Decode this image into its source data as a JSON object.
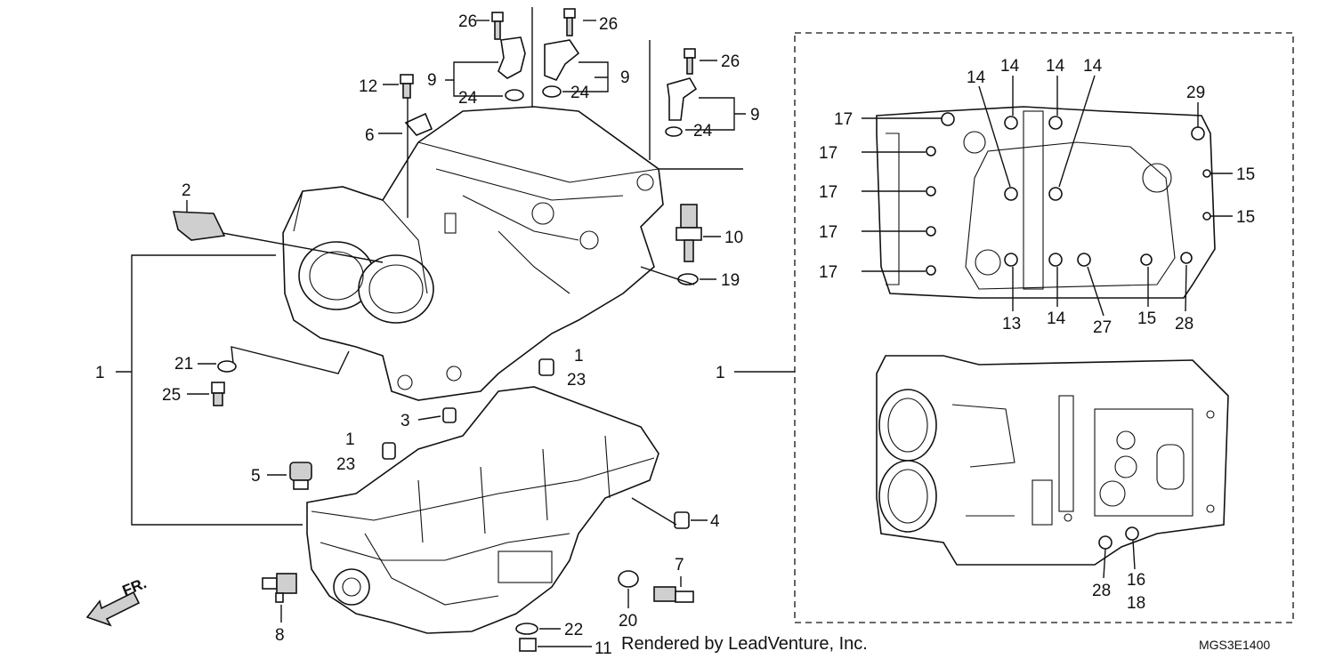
{
  "credit": "Rendered by LeadVenture, Inc.",
  "diagram_code": "MGS3E1400",
  "front_marker": "FR.",
  "callouts": [
    {
      "id": "c26a",
      "text": "26"
    },
    {
      "id": "c26b",
      "text": "26"
    },
    {
      "id": "c26c",
      "text": "26"
    },
    {
      "id": "c12",
      "text": "12"
    },
    {
      "id": "c9a",
      "text": "9"
    },
    {
      "id": "c9b",
      "text": "9"
    },
    {
      "id": "c9c",
      "text": "9"
    },
    {
      "id": "c24a",
      "text": "24"
    },
    {
      "id": "c24b",
      "text": "24"
    },
    {
      "id": "c24c",
      "text": "24"
    },
    {
      "id": "c6",
      "text": "6"
    },
    {
      "id": "c2",
      "text": "2"
    },
    {
      "id": "c10",
      "text": "10"
    },
    {
      "id": "c19",
      "text": "19"
    },
    {
      "id": "c1a",
      "text": "1"
    },
    {
      "id": "c21",
      "text": "21"
    },
    {
      "id": "c25",
      "text": "25"
    },
    {
      "id": "c1b",
      "text": "1"
    },
    {
      "id": "c23a",
      "text": "23"
    },
    {
      "id": "c3",
      "text": "3"
    },
    {
      "id": "c1c",
      "text": "1"
    },
    {
      "id": "c23b",
      "text": "23"
    },
    {
      "id": "c5",
      "text": "5"
    },
    {
      "id": "c4",
      "text": "4"
    },
    {
      "id": "c7",
      "text": "7"
    },
    {
      "id": "c8",
      "text": "8"
    },
    {
      "id": "c20",
      "text": "20"
    },
    {
      "id": "c22",
      "text": "22"
    },
    {
      "id": "c11",
      "text": "11"
    },
    {
      "id": "c1d",
      "text": "1"
    },
    {
      "id": "c14a",
      "text": "14"
    },
    {
      "id": "c14b",
      "text": "14"
    },
    {
      "id": "c14c",
      "text": "14"
    },
    {
      "id": "c14d",
      "text": "14"
    },
    {
      "id": "c17a",
      "text": "17"
    },
    {
      "id": "c17b",
      "text": "17"
    },
    {
      "id": "c17c",
      "text": "17"
    },
    {
      "id": "c17d",
      "text": "17"
    },
    {
      "id": "c17e",
      "text": "17"
    },
    {
      "id": "c29",
      "text": "29"
    },
    {
      "id": "c15a",
      "text": "15"
    },
    {
      "id": "c15b",
      "text": "15"
    },
    {
      "id": "c15c",
      "text": "15"
    },
    {
      "id": "c13",
      "text": "13"
    },
    {
      "id": "c14e",
      "text": "14"
    },
    {
      "id": "c27",
      "text": "27"
    },
    {
      "id": "c28a",
      "text": "28"
    },
    {
      "id": "c28b",
      "text": "28"
    },
    {
      "id": "c16",
      "text": "16"
    },
    {
      "id": "c18",
      "text": "18"
    }
  ]
}
